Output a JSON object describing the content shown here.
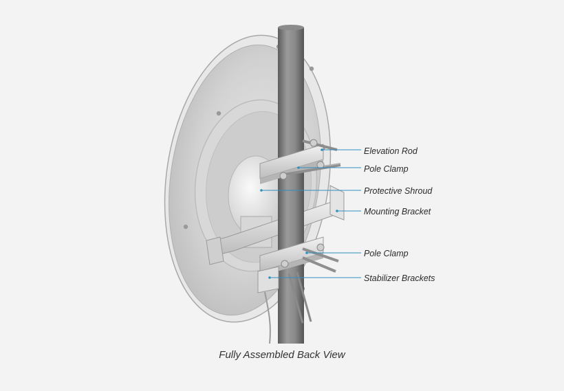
{
  "caption": "Fully Assembled Back View",
  "callouts": [
    {
      "id": "elevation-rod",
      "label": "Elevation Rod"
    },
    {
      "id": "pole-clamp-upper",
      "label": "Pole Clamp"
    },
    {
      "id": "protective-shroud",
      "label": "Protective Shroud"
    },
    {
      "id": "mounting-bracket",
      "label": "Mounting Bracket"
    },
    {
      "id": "pole-clamp-lower",
      "label": "Pole Clamp"
    },
    {
      "id": "stabilizer-brackets",
      "label": "Stabilizer Brackets"
    }
  ],
  "colors": {
    "leader_line": "#2f8fc0",
    "dish": "#d4d4d4",
    "pole": "#7a7a7a",
    "background": "#f3f3f3"
  }
}
